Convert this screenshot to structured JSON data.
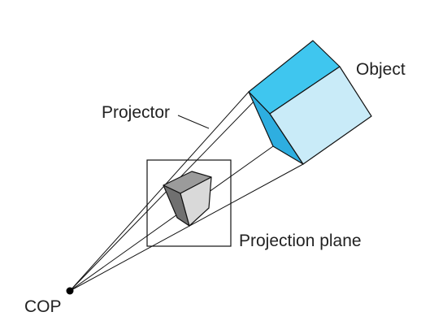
{
  "labels": {
    "object": "Object",
    "projector": "Projector",
    "projection_plane": "Projection plane",
    "cop": "COP"
  },
  "colors": {
    "object_top": "#3fc6ef",
    "object_left": "#2eaee0",
    "object_right": "#c9ebf8",
    "image_top": "#9b9b9b",
    "image_left": "#707070",
    "image_right": "#d9d9d9",
    "lines": "#111111"
  }
}
